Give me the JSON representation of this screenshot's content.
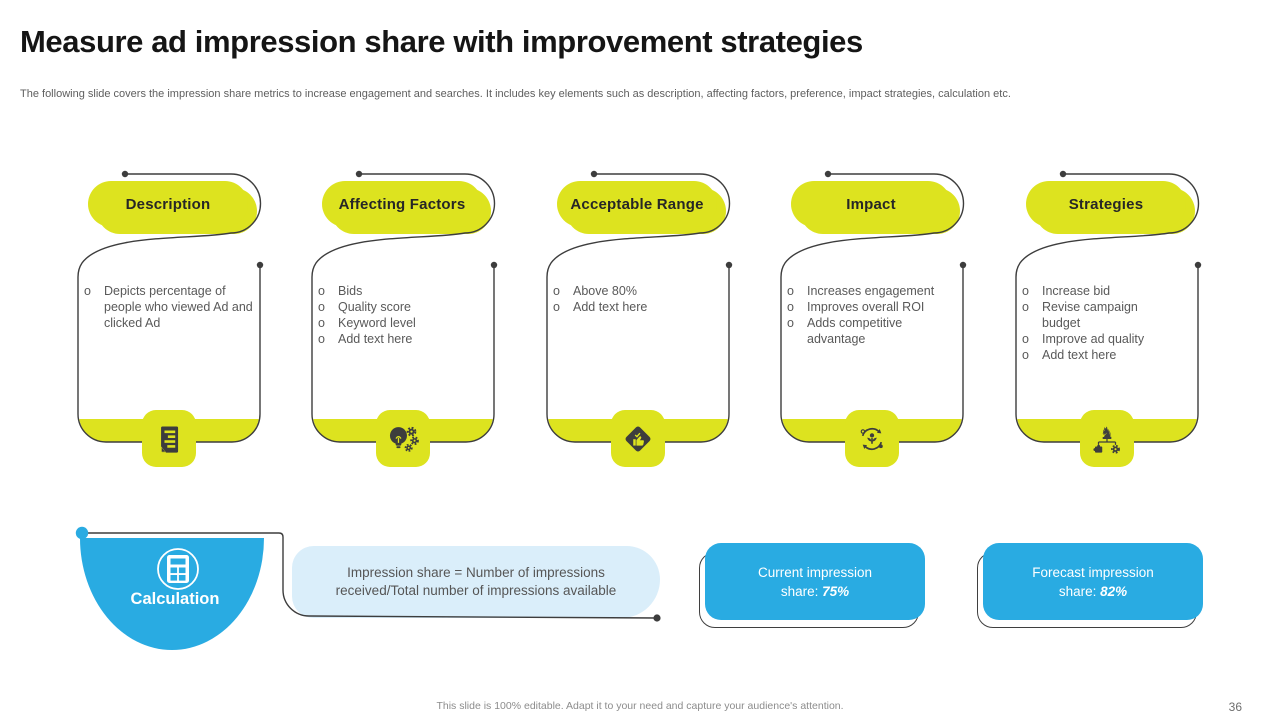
{
  "slide": {
    "title": "Measure ad impression share with improvement strategies",
    "subtitle": "The following slide covers the impression share metrics to increase engagement and searches. It includes key elements such as description, affecting factors, preference, impact strategies, calculation etc.",
    "footer": "This slide is 100% editable. Adapt it to your need and capture your audience's attention.",
    "page_number": "36"
  },
  "colors": {
    "accent_yellow": "#dde31f",
    "accent_blue": "#29abe2",
    "light_blue": "#daeefa",
    "outline_dark": "#3d3d3d",
    "body_gray": "#595959"
  },
  "columns": [
    {
      "header": "Description",
      "icon": "document-icon",
      "bullets": [
        "Depicts percentage of people who viewed Ad and clicked Ad"
      ]
    },
    {
      "header": "Affecting Factors",
      "icon": "bulb-gears-icon",
      "bullets": [
        "Bids",
        "Quality score",
        "Keyword level",
        "Add text here"
      ]
    },
    {
      "header": "Acceptable Range",
      "icon": "thumbs-up-diamond-icon",
      "bullets": [
        "Above 80%",
        "Add text here"
      ]
    },
    {
      "header": "Impact",
      "icon": "growth-cycle-icon",
      "bullets": [
        "Increases engagement",
        "Improves overall ROI",
        "Adds competitive advantage"
      ]
    },
    {
      "header": "Strategies",
      "icon": "chess-strategy-icon",
      "bullets": [
        "Increase bid",
        "Revise campaign budget",
        "Improve ad quality",
        "Add text here"
      ]
    }
  ],
  "calculation": {
    "label": "Calculation",
    "icon": "calculator-icon",
    "formula": "Impression share = Number of impressions received/Total number of impressions available"
  },
  "metrics": [
    {
      "prefix": "Current impression share: ",
      "value": "75%"
    },
    {
      "prefix": "Forecast impression share: ",
      "value": "82%"
    }
  ]
}
